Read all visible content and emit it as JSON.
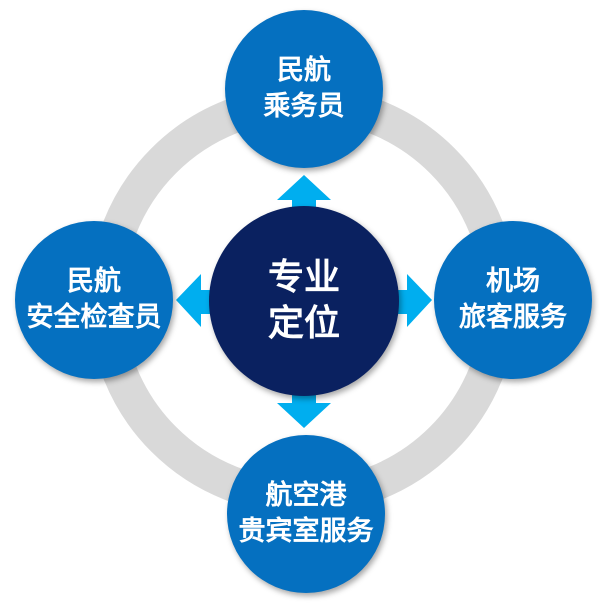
{
  "center": {
    "lines": [
      "专业",
      "定位"
    ]
  },
  "nodes": {
    "top": {
      "lines": [
        "民航",
        "乘务员"
      ]
    },
    "right": {
      "lines": [
        "机场",
        "旅客服务"
      ]
    },
    "bottom": {
      "lines": [
        "航空港",
        "贵宾室服务"
      ]
    },
    "left": {
      "lines": [
        "民航",
        "安全检查员"
      ]
    }
  },
  "colors": {
    "node": "#0570c0",
    "center": "#0a2160",
    "arrow": "#00aeef",
    "ring": "#d9d9d9"
  }
}
